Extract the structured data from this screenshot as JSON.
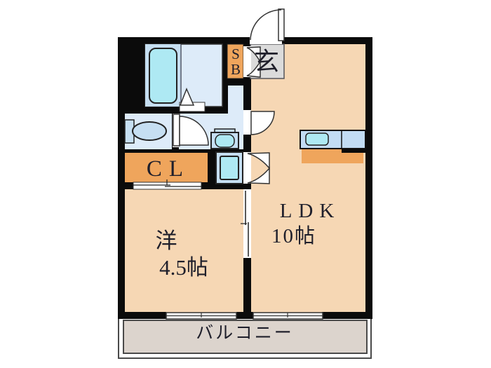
{
  "plan": {
    "type": "japanese-apartment-floorplan",
    "rooms": {
      "entrance": {
        "label": "玄"
      },
      "shoe_box": {
        "line1": "S",
        "line2": "B"
      },
      "closet": {
        "label": "CL"
      },
      "ldk": {
        "label": "LDK",
        "size": "10帖"
      },
      "western_room": {
        "label": "洋",
        "size": "4.5帖"
      },
      "balcony": {
        "label": "バルコニー"
      }
    },
    "fixtures": [
      "bathtub",
      "toilet",
      "washbasin",
      "washing-machine",
      "kitchen-sink-counter"
    ],
    "colors": {
      "wall": "#0b0b0b",
      "room_peach": "#f6d7b4",
      "accent_orange": "#efa55c",
      "bath_floor_dark": "#c6dff2",
      "bath_floor_light": "#ddebf9",
      "fixture_cyan": "#aee9f3",
      "counter_blue": "#c2dcf4",
      "entrance_gray": "#dbdbdb",
      "balcony_gray": "#dcd4cd",
      "outline": "#333333",
      "text": "#1f1f2b"
    }
  }
}
